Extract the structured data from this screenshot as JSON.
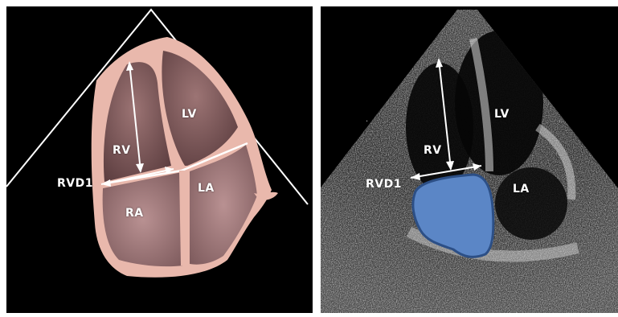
{
  "left_panel": {
    "labels": {
      "lv": "LV",
      "rv": "RV",
      "rvd1": "RVD1",
      "la": "LA",
      "ra": "RA"
    }
  },
  "right_panel": {
    "labels": {
      "lv": "LV",
      "rv": "RV",
      "rvd1": "RVD1",
      "la": "LA"
    }
  },
  "colors": {
    "heart_wall": "#e9b8ac",
    "chamber": "#7a5556",
    "highlight": "#5b86c6",
    "highlight_border": "#2c4f86",
    "background": "#000000"
  }
}
